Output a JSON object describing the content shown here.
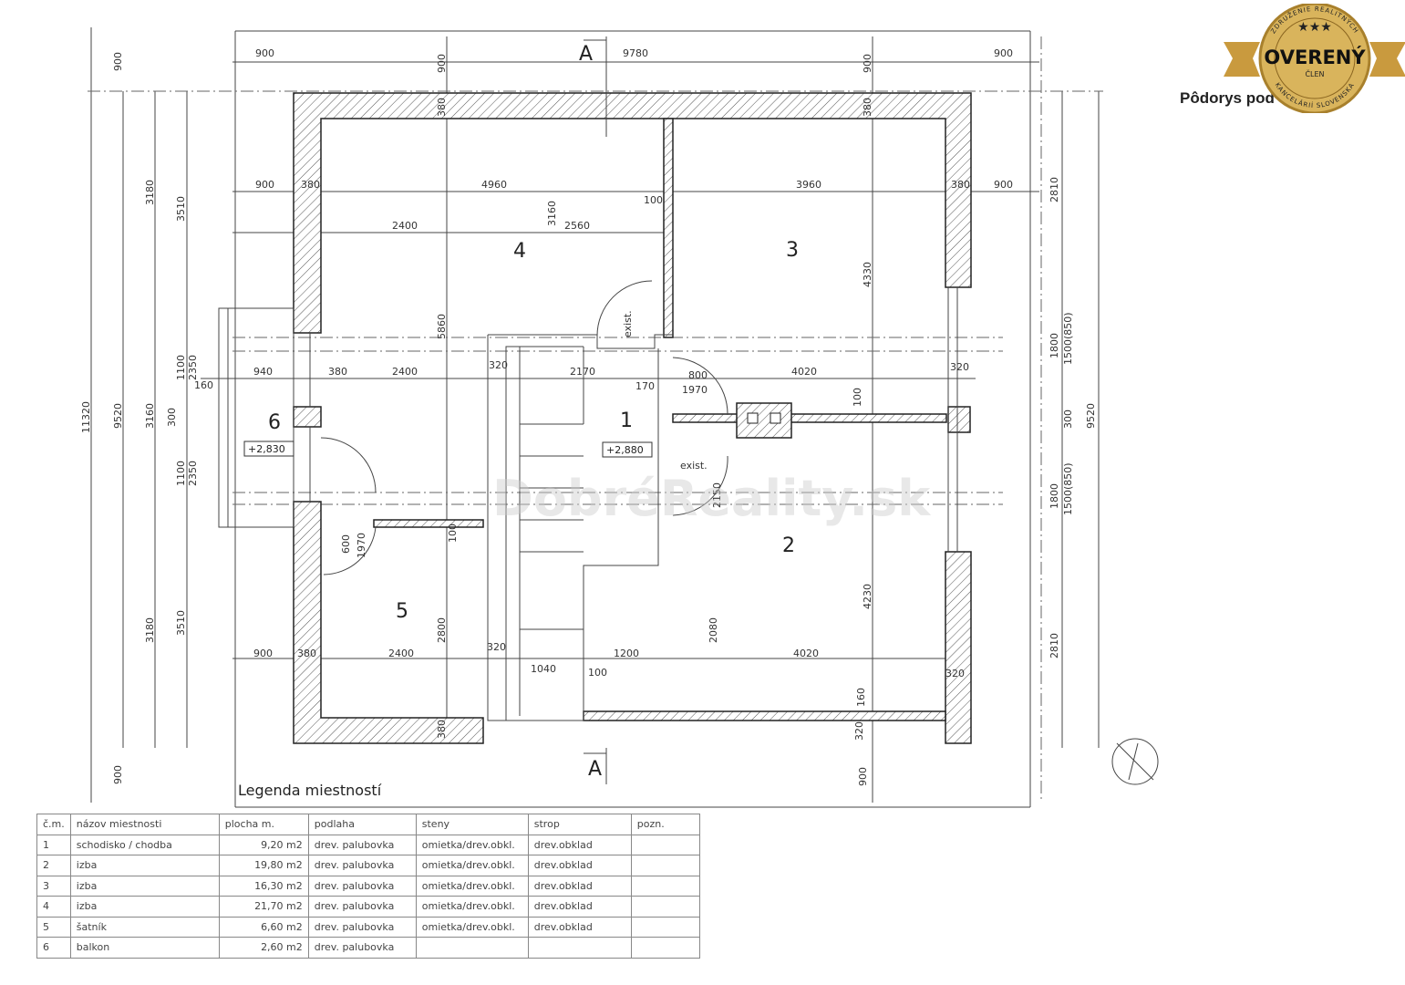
{
  "title": "Pôdorys pod",
  "badge": {
    "top_text": "ZDRUŽENIE REALITNÝCH",
    "main": "OVERENÝ",
    "sub": "ČLEN",
    "bottom_text": "KANCELÁRIÍ SLOVENSKA",
    "color": "#d4a84a"
  },
  "watermark": "DobréReality.sk",
  "section_marks": [
    "A",
    "A"
  ],
  "rooms": [
    {
      "num": "1",
      "level": "+2,880"
    },
    {
      "num": "2"
    },
    {
      "num": "3"
    },
    {
      "num": "4"
    },
    {
      "num": "5"
    },
    {
      "num": "6",
      "level": "+2,830"
    }
  ],
  "notes": [
    "exist.",
    "exist."
  ],
  "dimensions": [
    "900",
    "900",
    "9780",
    "900",
    "900",
    "380",
    "380",
    "900",
    "380",
    "4960",
    "3960",
    "380",
    "900",
    "100",
    "2400",
    "3160",
    "2560",
    "900",
    "3180",
    "3510",
    "11320",
    "9520",
    "3160",
    "1100",
    "2350",
    "300",
    "1100",
    "2350",
    "3180",
    "3510",
    "900",
    "160",
    "940",
    "380",
    "2400",
    "320",
    "2170",
    "170",
    "800",
    "1970",
    "4020",
    "320",
    "100",
    "5860",
    "4330",
    "2810",
    "1800",
    "1500(850)",
    "300",
    "1800",
    "1500(850)",
    "2810",
    "9520",
    "600",
    "1970",
    "100",
    "2800",
    "2150",
    "2080",
    "4230",
    "900",
    "380",
    "2400",
    "320",
    "1200",
    "4020",
    "1040",
    "100",
    "320",
    "380",
    "160",
    "320",
    "900"
  ],
  "legend": {
    "title": "Legenda miestností",
    "headers": [
      "č.m.",
      "názov miestnosti",
      "plocha m.",
      "podlaha",
      "steny",
      "strop",
      "pozn."
    ],
    "rows": [
      [
        "1",
        "schodisko / chodba",
        "9,20 m2",
        "drev. palubovka",
        "omietka/drev.obkl.",
        "drev.obklad",
        ""
      ],
      [
        "2",
        "izba",
        "19,80 m2",
        "drev. palubovka",
        "omietka/drev.obkl.",
        "drev.obklad",
        ""
      ],
      [
        "3",
        "izba",
        "16,30 m2",
        "drev. palubovka",
        "omietka/drev.obkl.",
        "drev.obklad",
        ""
      ],
      [
        "4",
        "izba",
        "21,70 m2",
        "drev. palubovka",
        "omietka/drev.obkl.",
        "drev.obklad",
        ""
      ],
      [
        "5",
        "šatník",
        "6,60 m2",
        "drev. palubovka",
        "omietka/drev.obkl.",
        "drev.obklad",
        ""
      ],
      [
        "6",
        "balkon",
        "2,60 m2",
        "drev. palubovka",
        "",
        "",
        ""
      ]
    ]
  }
}
